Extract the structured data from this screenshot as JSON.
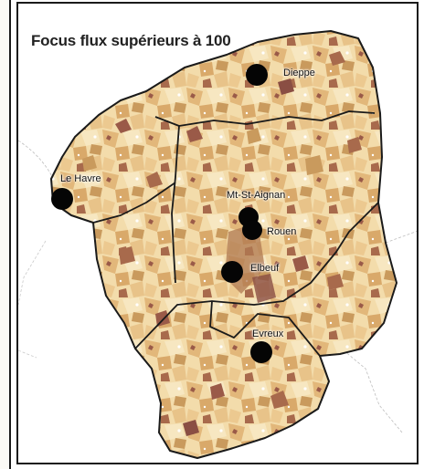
{
  "map": {
    "title": "Focus flux supérieurs à 100",
    "cities": [
      {
        "id": "dieppe",
        "label": "Dieppe"
      },
      {
        "id": "le-havre",
        "label": "Le Havre"
      },
      {
        "id": "mt-st-aignan",
        "label": "Mt-St-Aignan"
      },
      {
        "id": "rouen",
        "label": "Rouen"
      },
      {
        "id": "elbeuf",
        "label": "Elbeuf"
      },
      {
        "id": "evreux",
        "label": "Evreux"
      }
    ],
    "colors": {
      "light": "#f6e4b4",
      "medium": "#e3bb7c",
      "dark": "#c99a5d",
      "darkest": "#8a4e43",
      "border": "#1a1a1a",
      "marker": "#050505"
    }
  }
}
